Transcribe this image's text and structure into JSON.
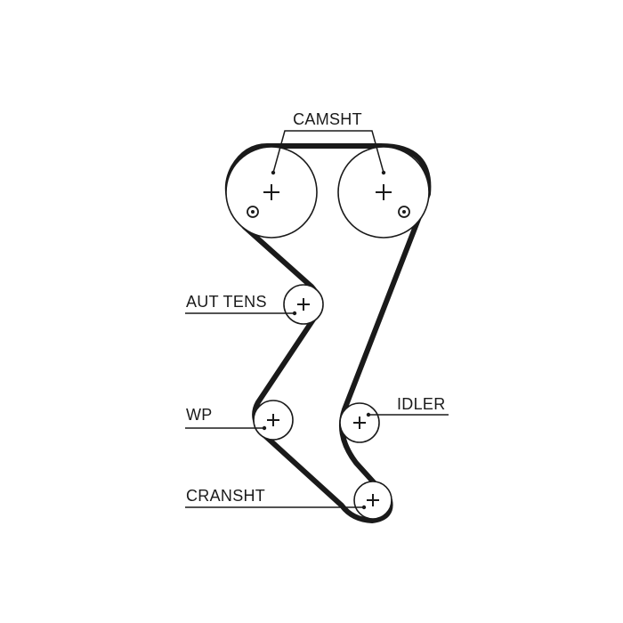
{
  "diagram": {
    "labels": {
      "camshaft": "CAMSHT",
      "tensioner": "AUT TENS",
      "water_pump": "WP",
      "idler": "IDLER",
      "crankshaft": "CRANSHT"
    },
    "ink_color": "#1a1a1a",
    "background_color": "#ffffff"
  }
}
